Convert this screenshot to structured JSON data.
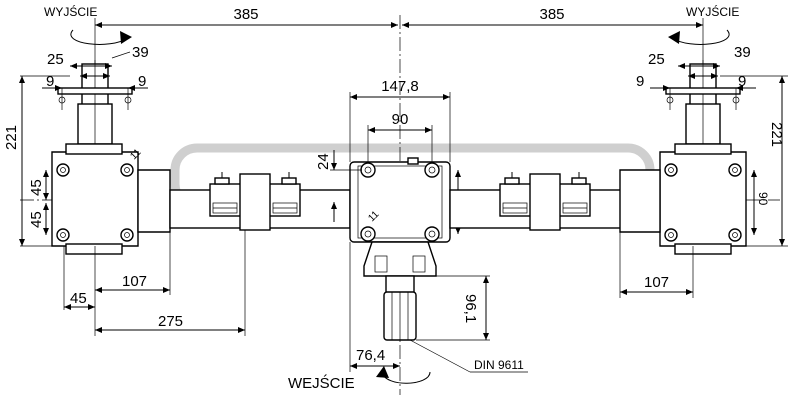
{
  "labels": {
    "output_left": "WYJŚCIE",
    "output_right": "WYJŚCIE",
    "input": "WEJŚCIE",
    "spline_standard": "DIN 9611"
  },
  "dimensions": {
    "half_span_left": "385",
    "half_span_right": "385",
    "left_shaft_outer": "25",
    "left_shaft_flange": "39",
    "left_key_a": "9",
    "left_key_b": "9",
    "right_shaft_outer": "25",
    "right_shaft_flange": "39",
    "right_key_a": "9",
    "right_key_b": "9",
    "left_height": "221",
    "right_height": "221",
    "left_bolt_upper": "45",
    "left_bolt_lower": "45",
    "left_bolt_label": "11",
    "center_bolt_label": "11",
    "center_width": "147,8",
    "center_bolt_spacing": "90",
    "center_offset": "24",
    "center_height": "90",
    "right_height_side": "90",
    "left_base_width": "107",
    "right_base_width": "107",
    "left_base_offset": "45",
    "left_to_coupling": "275",
    "input_length": "96,1",
    "input_offset": "76,4"
  },
  "colors": {
    "line": "#000000",
    "watermark": "#cfcfcf",
    "background": "#ffffff"
  }
}
